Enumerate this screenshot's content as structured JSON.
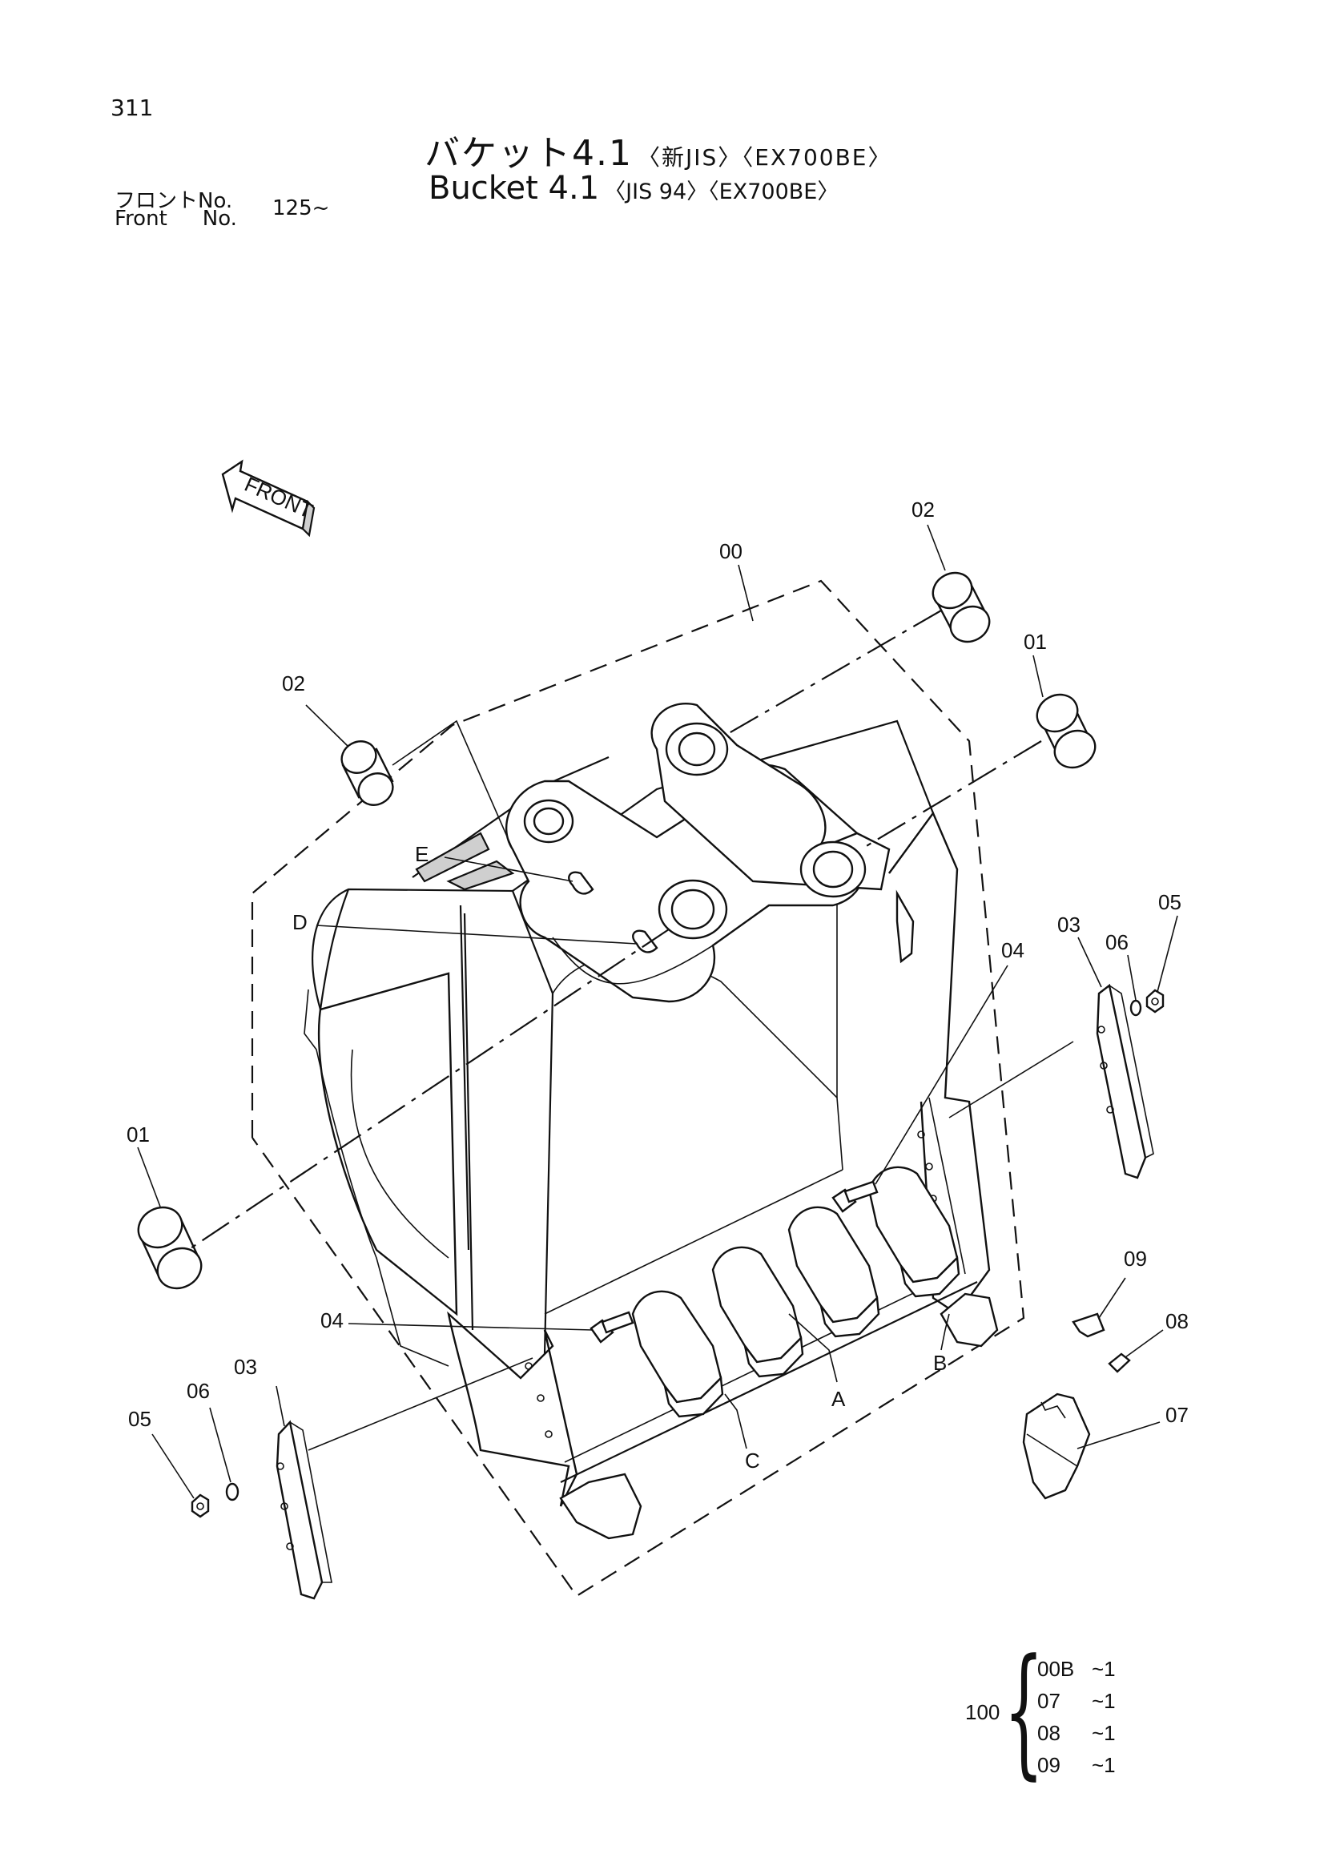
{
  "page": {
    "number": "311"
  },
  "title": {
    "jp": "バケット4.1",
    "jp_tags": "〈新JIS〉〈EX700BE〉",
    "en": "Bucket 4.1",
    "en_tags": "〈JIS 94〉〈EX700BE〉"
  },
  "front_no": {
    "label_jp": "フロントNo.",
    "label_en": "Front",
    "label_en_no": "No.",
    "value": "125~"
  },
  "diagram": {
    "front_arrow_label": "FRONT",
    "callouts": {
      "c00": "00",
      "c01_upper": "01",
      "c01_lower": "01",
      "c02_upper": "02",
      "c02_left": "02",
      "c03_right": "03",
      "c03_left": "03",
      "c04_right": "04",
      "c04_left": "04",
      "c05_right": "05",
      "c05_left": "05",
      "c06_right": "06",
      "c06_left": "06",
      "c07": "07",
      "c08": "08",
      "c09": "09",
      "ref_a": "A",
      "ref_b": "B",
      "ref_c": "C",
      "ref_d": "D",
      "ref_e": "E"
    }
  },
  "kit": {
    "id": "100",
    "rows": [
      {
        "part": "00B",
        "qty": "~1"
      },
      {
        "part": "07",
        "qty": "~1"
      },
      {
        "part": "08",
        "qty": "~1"
      },
      {
        "part": "09",
        "qty": "~1"
      }
    ]
  }
}
